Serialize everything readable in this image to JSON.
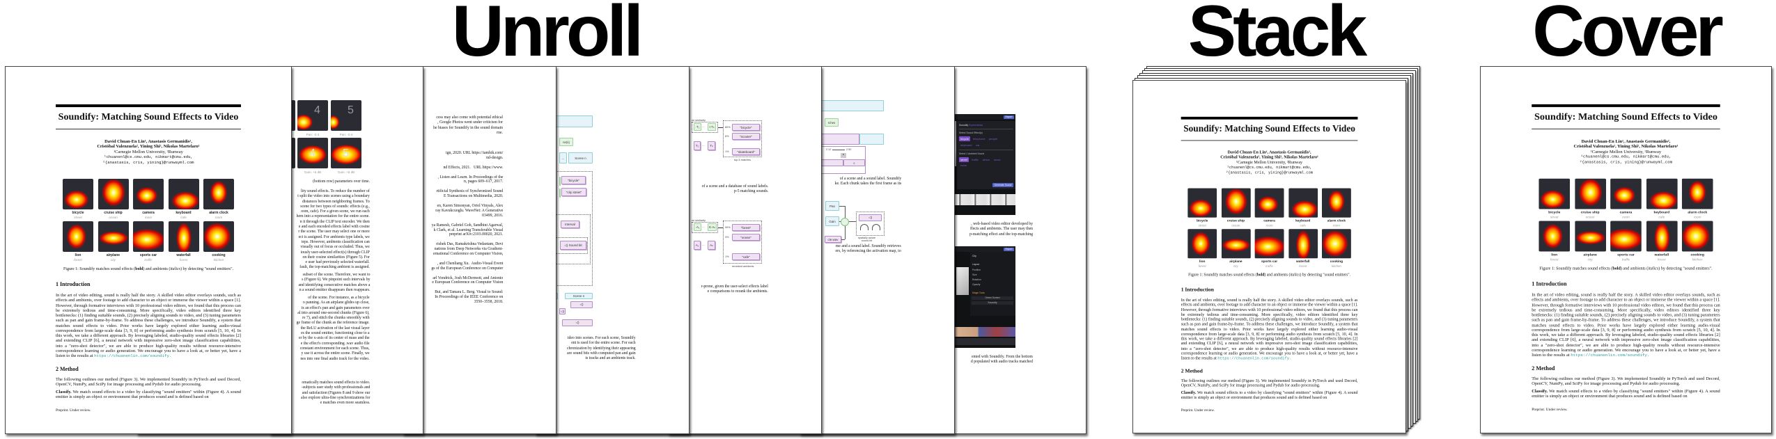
{
  "headings": {
    "unroll": "Unroll",
    "stack": "Stack",
    "cover": "Cover"
  },
  "paper": {
    "title": "Soundify: Matching Sound Effects to Video",
    "authors": [
      "David Chuan-En Lin¹, Anastasis Germanidis²,",
      "Cristóbal Valenzuela², Yining Shi², Nikolas Martelaro¹",
      "¹Carnegie Mellon University, ²Runway",
      "¹chuanenl@cs.cmu.edu, nikmart@cmu.edu,",
      "²{anastasis, cris, yining}@runwayml.com"
    ],
    "tiles": [
      {
        "effect": "bicycle",
        "ambient": "street"
      },
      {
        "effect": "cruise ship",
        "ambient": "ocean"
      },
      {
        "effect": "camera",
        "ambient": "room"
      },
      {
        "effect": "keyboard",
        "ambient": "cafe"
      },
      {
        "effect": "alarm clock",
        "ambient": "room"
      },
      {
        "effect": "lion",
        "ambient": "forest"
      },
      {
        "effect": "airplane",
        "ambient": "city"
      },
      {
        "effect": "sports car",
        "ambient": "traffic"
      },
      {
        "effect": "waterfall",
        "ambient": "forest"
      },
      {
        "effect": "cooking",
        "ambient": "kitchen"
      }
    ],
    "caption": {
      "a": "Figure 1: Soundify matches sound effects (",
      "b": "bold",
      "c": ") and ambients (",
      "d": "italics",
      "e": ") by detecting \"sound emitters\"."
    },
    "intro": {
      "heading": "1    Introduction",
      "text": "In the art of video editing, sound is really half the story. A skilled video editor overlays sounds, such as effects and ambients, over footage to add character to an object or immerse the viewer within a space [1]. However, through formative interviews with 10 professional video editors, we found that this process can be extremely tedious and time-consuming. More specifically, video editors identified three key bottlenecks: (1) finding suitable sounds, (2) precisely aligning sounds to video, and (3) tuning parameters such as pan and gain frame-by-frame. To address these challenges, we introduce Soundify, a system that matches sound effects to video. Prior works have largely explored either learning audio-visual correspondence from large-scale data [3, 9, 8] or performing audio synthesis from scratch [5, 10, 4]. In this work, we take a different approach. By leveraging labeled, studio-quality sound effects libraries [2] and extending CLIP [6], a neural network with impressive zero-shot image classification capabilities, into a \"zero-shot detector\", we are able to produce high-quality results without resource-intensive correspondence learning or audio generation. We encourage you to have a look at, or better yet, have a listen to the results at ",
      "link": "https://chuanenlin.com/soundify."
    },
    "method": {
      "heading": "2    Method",
      "text": "The following outlines our method (Figure 3). We implemented Soundify in PyTorch and used Decord, OpenCV, NumPy, and SciPy for image processing and Pydub for audio processing.",
      "classify_label": "Classify.",
      "classify_text": " We match sound effects to a video by classifying \"sound emitters\" within (Figure 4). A sound emitter is simply an object or environment that produces sound and is defined based on"
    },
    "footer": "Preprint. Under review."
  },
  "pages": {
    "p2": {
      "tile_numbers": [
        "4",
        "5",
        "4",
        "5"
      ],
      "labels": [
        "Pan: -0.3",
        "Pan: -0.4",
        "Gain: +6 dB",
        "Gain: +8 dB"
      ],
      "caption": "(bottom row) parameters over time.",
      "para_a": "lity sound effects. To reduce the number of\nt split the video into scenes using a boundary\ndistances between neighboring frames. To\nscene for two types of sounds: effects (e.g.,\noom, cafe). For a given scene, we run each\nhem into a representation for the entire scene.\nn it through the CLIP text encoder. We then\ne and each encoded effects label with cosine\nr the scene. The user may select one or more\nect is assigned. For ambients type labels, we\nteps. However, ambients classification can\nvisually out of focus or occluded. Thus, we\niously user-selected effect(s) through CLIP\non their cosine similarities (Figure 5). For\ne user had previously selected waterfall.\nfault, the top-matching ambient is assigned.",
      "para_b": "subset of the scene. Therefore, we want to\ns (Figure 6). We pinpoint such intervals by\nand identifying consecutive matches above a\nn a sound emitter disappears then reappears.",
      "para_c": "of the scene. For instance, as a bicycle\no panning. As an airplane glides up close,\nix an effect's pan and gain parameters over\nal into around one-second chunks (Figure 6),\nre 7), and stitch the chunks smoothly with\nge frame of the chunk as the reference image.\nthe ReLU activation of the last visual layer\nes the sound emitter, functioning close to a\ner by the x-axis of its center of mass and the\ne the effect's corresponding .wav audio file\nconstant environment for each scene. Thus,\ny use it across the entire scene. Finally, we\nnes into one final audio track for the video.",
      "para_d": "omatically matches sound effects to video.\n-subjects user study with professionals and\nand satisfaction (Figures 8 and 9 show our\nalso explore ultra-fine synchronizations for\ne matches even more seamless."
    },
    "p3": {
      "top": "cess may also come with potential ethical\n, Google Photos went under criticism for\nhe biases for Soundify in the sound domain\nrne.",
      "refs": "ign, 2020. URL https://iamhik.com/\nnd-design.\n\nnd Effects, 2021.   URL https://www.\n\n, Listen and Learn. In Proceedings of the\nn, pages 609–617, 2017.\n\nrtificial Synthesis of Synchronized Sound\nE Transactions on Multimedia, 2020.\n\nen, Karen Simonyan, Oriol Vinyals, Alex\nray Kavukcuoglu. WaveNet: A Generative\n03499, 2016.\n\nya Ramesh, Gabriel Goh, Sandhini Agarwal,\nk Clark, et al. Learning Transferable Visual\npreprint arXiv:2103.00020, 2021.\n\nrishek Das, Ramakrishna Vedantam, Devi\nnations from Deep Networks via Gradient-\nernational Conference on Computer Vision,\n\n, and Chenliang Xu.  Audio-Visual Event\ngs of the European Conference on Computer\n\narl Vondrick, Josh McDermott, and Antonio\ne European Conference on Computer Vision\n\nBui, and Tamara L. Berg. Visual to Sound:\nIn Proceedings of the IEEE Conference on\n3550–3558, 2018."
    },
    "p4": {
      "scenes_label": "ne(s)",
      "ellipsis": "...",
      "scene_n": "Scene n",
      "effect_1": "\"bicycle\"",
      "effect_2": "\"city street\"",
      "interval": "Interval",
      "sound_bit": "Sound bit",
      "text": "ideo into scenes. For each scene, Soundify\nent is used for the entire scene. For each\nchronization by identifying their appearing\nare sound bits with computed pan and gain\nts tracks and an ambients track."
    },
    "p5": {
      "sim_label": "ne similarity",
      "row1": [
        "·T₁",
        "···",
        "I·Tₙ"
      ],
      "row2": [
        "T₂",
        "···",
        "Tₙ"
      ],
      "matches": [
        {
          "pct": "80%",
          "label": "\"bicycle\""
        },
        {
          "pct": "8%",
          "label": "\"scooter\""
        },
        {
          "pct": "1%",
          "label": "\"skateboard\""
        }
      ],
      "matches_caption": "top-5 matches",
      "caption": "of a scene and a database of sound labels.\np-5 matching sounds.",
      "row3": [
        "·A₁",
        "···",
        "E·Aₙ"
      ],
      "row4": [
        "A₁",
        "···",
        "Aₙ"
      ],
      "ambients": [
        {
          "pct": "90%",
          "label": "\"forest\""
        },
        {
          "pct": "3%",
          "label": "\"ocean\""
        },
        {
          "pct": "1%",
          "label": "\"cafe\""
        }
      ],
      "ambients_caption": "reranked ambients",
      "text": "r-prone, given the user-select effects label\ne comparisons to rerank the ambients."
    },
    "p6": {
      "matches_label": "rches",
      "time_start": "2.12",
      "time_end": "2.50",
      "chunk": "c",
      "chunk_sound": "c",
      "caption": "of a scene and a sound label. Soundify\nke. Each chunk takes the first frame as its",
      "pan": "Pan",
      "gain": "Gain",
      "wav": "cle.wav",
      "aware": "spatially aware\nsound bit",
      "text": "me and a sound label. Soundify retrieves\ners, by referencing the activation map, to"
    },
    "p7": {
      "export": "Export",
      "panel_title": "Soundify",
      "panel_tag": "Experimental",
      "select_effects": "Select Sound Effect(s)",
      "effects": [
        "bicycle",
        "telephone",
        "people",
        "keyboard",
        "car"
      ],
      "select_ambient": "Select 1 Ambient Sound",
      "ambients": [
        "street",
        "traffic",
        "africa",
        "snow",
        "room"
      ],
      "generate": "Generate Sound",
      "text1": ", web-based video editor developed by\nffects and ambients. The user may then\np-matching effect and the top-matching",
      "clip": "Clip",
      "layout": "Layout",
      "rows": [
        "Position",
        "Size",
        "Rotation",
        "Opacity"
      ],
      "magic": "Magic Tools",
      "green_screen": "Green Screen",
      "soundify": "Soundify",
      "text2": "ented with Soundify. From the bottom\nd populated with audio tracks matched"
    }
  },
  "colors": {
    "teal_box": "#e6f4f9",
    "green_box": "#e5f4e3",
    "purple_box": "#efe2f3",
    "link": "#2a9a9a",
    "ui_accent": "#7c4fc9"
  }
}
